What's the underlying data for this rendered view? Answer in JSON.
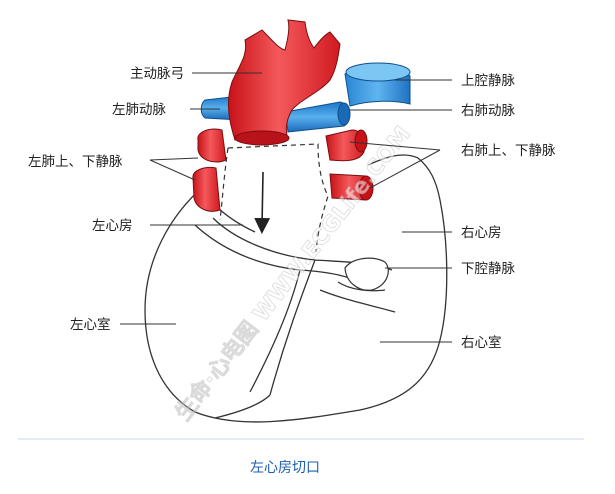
{
  "labels": {
    "aortic_arch": "主动脉弓",
    "left_pulmonary_artery": "左肺动脉",
    "left_pulmonary_veins": "左肺上、下静脉",
    "left_atrium": "左心房",
    "left_ventricle": "左心室",
    "superior_vena_cava": "上腔静脉",
    "right_pulmonary_artery": "右肺动脉",
    "right_pulmonary_veins": "右肺上、下静脉",
    "right_atrium": "右心房",
    "inferior_vena_cava": "下腔静脉",
    "right_ventricle": "右心室"
  },
  "watermark": "生命·心电图 WWW.ECGLife.COM",
  "caption": "左心房切口",
  "colors": {
    "artery_red": "#e8262b",
    "vein_blue": "#2f8fd8",
    "outline": "#333333",
    "caption_blue": "#1f5fb0"
  }
}
